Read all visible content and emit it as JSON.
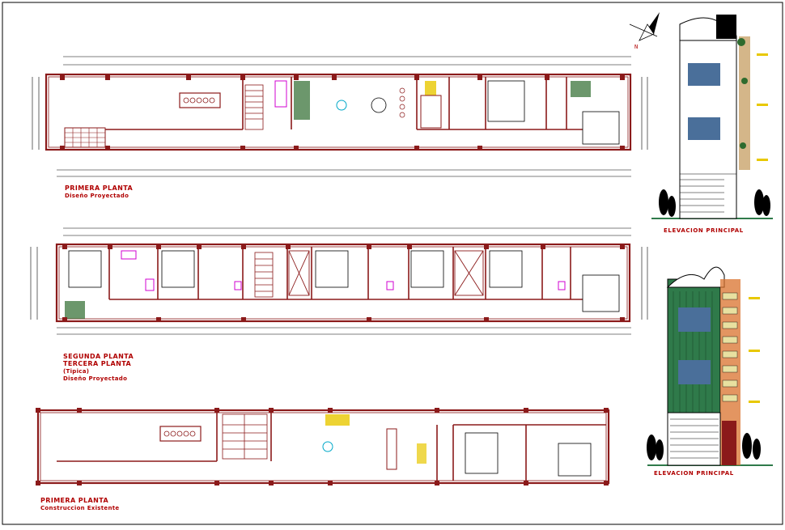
{
  "drawing": {
    "plan_top": {
      "title": "PRIMERA PLANTA",
      "subtitle": "Diseño Proyectado"
    },
    "plan_middle": {
      "title_1": "SEGUNDA PLANTA",
      "title_2": "TERCERA PLANTA",
      "title_3": "(Tipica)",
      "subtitle": "Diseño Proyectado"
    },
    "plan_bottom": {
      "title": "PRIMERA PLANTA",
      "subtitle": "Construccion Existente"
    },
    "elevation_top": {
      "title": "ELEVACION PRINCIPAL"
    },
    "elevation_bottom": {
      "title": "ELEVACION PRINCIPAL"
    },
    "north_arrow": {
      "icon": "north-arrow-icon",
      "letter": "N"
    }
  },
  "colors": {
    "wall": "#8b1a1a",
    "dimension": "#000000",
    "label": "#b00000",
    "elevation_green": "#2f7a4a",
    "window_blue": "#4a6f9a",
    "furniture_magenta": "#d000d0",
    "accent_yellow": "#e8c800",
    "accent_cyan": "#00a8c8"
  }
}
